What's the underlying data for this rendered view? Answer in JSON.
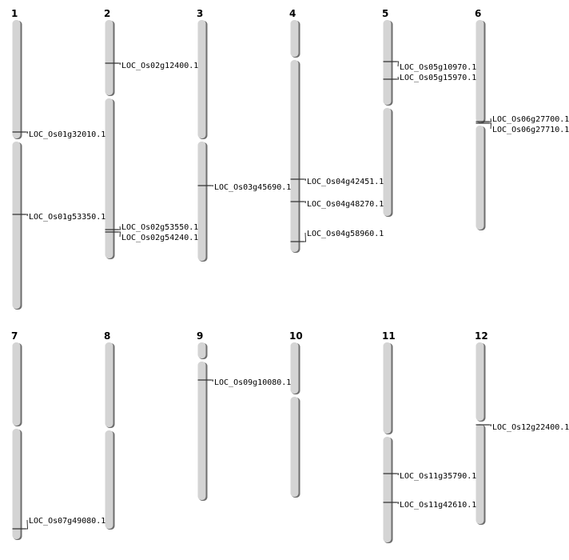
{
  "colors": {
    "chromosome_fill": "#d4d4d4",
    "chromosome_edge": "#6e6e6e",
    "marker": "#333333"
  },
  "chromosomes": [
    {
      "name": "1",
      "genes": [
        "LOC_Os01g32010.1",
        "LOC_Os01g53350.1"
      ]
    },
    {
      "name": "2",
      "genes": [
        "LOC_Os02g12400.1",
        "LOC_Os02g53550.1",
        "LOC_Os02g54240.1"
      ]
    },
    {
      "name": "3",
      "genes": [
        "LOC_Os03g45690.1"
      ]
    },
    {
      "name": "4",
      "genes": [
        "LOC_Os04g42451.1",
        "LOC_Os04g48270.1",
        "LOC_Os04g58960.1"
      ]
    },
    {
      "name": "5",
      "genes": [
        "LOC_Os05g10970.1",
        "LOC_Os05g15970.1"
      ]
    },
    {
      "name": "6",
      "genes": [
        "LOC_Os06g27700.1",
        "LOC_Os06g27710.1"
      ]
    },
    {
      "name": "7",
      "genes": [
        "LOC_Os07g49080.1"
      ]
    },
    {
      "name": "8",
      "genes": []
    },
    {
      "name": "9",
      "genes": [
        "LOC_Os09g10080.1"
      ]
    },
    {
      "name": "10",
      "genes": []
    },
    {
      "name": "11",
      "genes": [
        "LOC_Os11g35790.1",
        "LOC_Os11g42610.1"
      ]
    },
    {
      "name": "12",
      "genes": [
        "LOC_Os12g22400.1"
      ]
    }
  ]
}
